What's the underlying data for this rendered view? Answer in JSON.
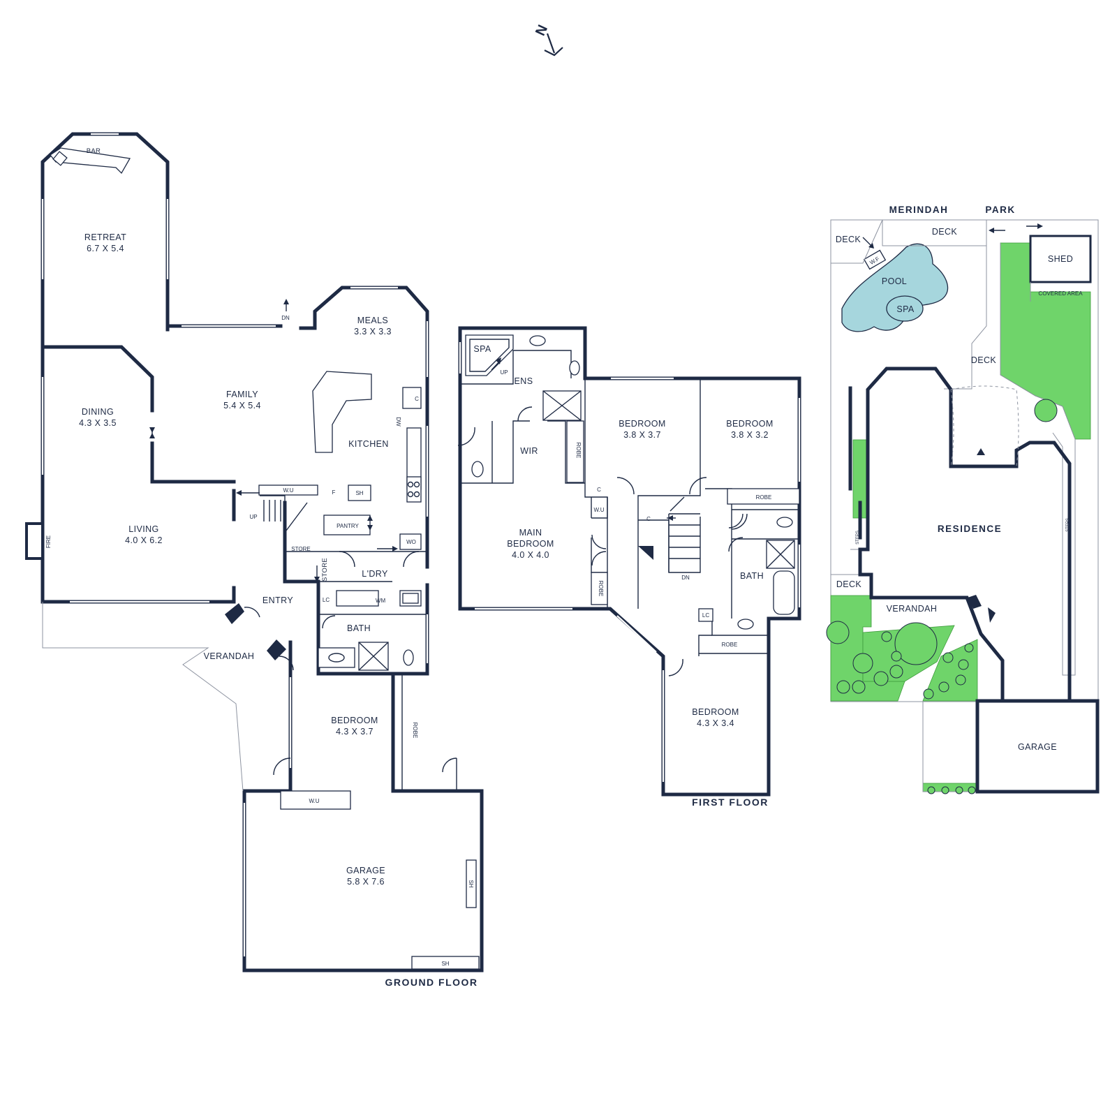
{
  "compass": {
    "label": "N"
  },
  "ground_floor": {
    "title": "GROUND FLOOR",
    "rooms": {
      "bar": "BAR",
      "retreat": {
        "name": "RETREAT",
        "size": "6.7 X 5.4"
      },
      "meals": {
        "name": "MEALS",
        "size": "3.3 X 3.3"
      },
      "family": {
        "name": "FAMILY",
        "size": "5.4 X 5.4"
      },
      "dining": {
        "name": "DINING",
        "size": "4.3 X 3.5"
      },
      "kitchen": "KITCHEN",
      "living": {
        "name": "LIVING",
        "size": "4.0 X 6.2"
      },
      "entry": "ENTRY",
      "verandah": "VERANDAH",
      "ldry": "L'DRY",
      "bath": "BATH",
      "bedroom": {
        "name": "BEDROOM",
        "size": "4.3 X 3.7"
      },
      "garage": {
        "name": "GARAGE",
        "size": "5.8 X 7.6"
      }
    },
    "fixtures": {
      "dn": "DN",
      "up": "UP",
      "wu_stair": "W.U",
      "f": "F",
      "sh_top": "SH",
      "pantry": "PANTRY",
      "store": "STORE",
      "store_v": "STORE",
      "wo": "WO",
      "c": "C",
      "dw": "DW",
      "lc": "LC",
      "wm": "WM",
      "fire": "FIRE",
      "robe": "ROBE",
      "wu_garage": "W.U",
      "sh_right": "SH",
      "sh_bottom": "SH"
    }
  },
  "first_floor": {
    "title": "FIRST FLOOR",
    "rooms": {
      "spa": "SPA",
      "ens": "ENS",
      "wir": "WIR",
      "main_bedroom": {
        "name1": "MAIN",
        "name2": "BEDROOM",
        "size": "4.0 X 4.0"
      },
      "bedroom_a": {
        "name": "BEDROOM",
        "size": "3.8 X 3.7"
      },
      "bedroom_b": {
        "name": "BEDROOM",
        "size": "3.8 X 3.2"
      },
      "bath": "BATH",
      "bedroom_c": {
        "name": "BEDROOM",
        "size": "4.3 X 3.4"
      }
    },
    "fixtures": {
      "up": "UP",
      "robe_wir": "ROBE",
      "robe_main": "ROBE",
      "c_1": "C",
      "wu": "W.U",
      "c_2": "C",
      "dn": "DN",
      "robe_b": "ROBE",
      "lc": "LC",
      "robe_c": "ROBE"
    }
  },
  "site_plan": {
    "street1": "MERINDAH",
    "street2": "PARK",
    "labels": {
      "deck_a": "DECK",
      "deck_b": "DECK",
      "deck_c": "DECK",
      "deck_d": "DECK",
      "pool": "POOL",
      "spa": "SPA",
      "wf": "W.F",
      "shed": "SHED",
      "covered": "COVERED AREA",
      "residence": "RESIDENCE",
      "verandah": "VERANDAH",
      "garage": "GARAGE",
      "steps_l": "STEPS",
      "steps_r": "STEPS"
    }
  },
  "colors": {
    "wall": "#1e2a44",
    "lawn": "#6fd46a",
    "pool": "#a6d6dd"
  }
}
